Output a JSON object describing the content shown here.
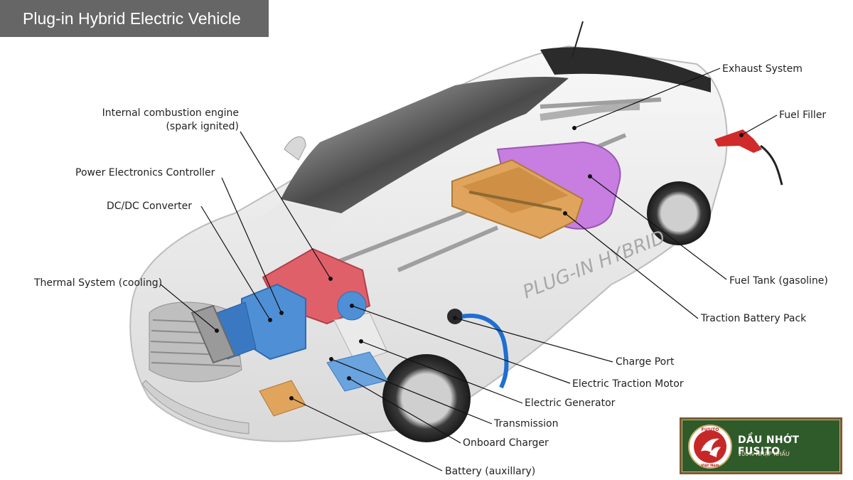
{
  "title": "Plug-in Hybrid Electric Vehicle",
  "body_text": "PLUG-IN HYBRID",
  "labels": {
    "ice": [
      "Internal combustion engine",
      "(spark ignited)"
    ],
    "pec": "Power Electronics Controller",
    "dcdc": "DC/DC Converter",
    "thermal": "Thermal System (cooling)",
    "exhaust": "Exhaust System",
    "fuel_filler": "Fuel Filler",
    "fuel_tank": "Fuel Tank (gasoline)",
    "traction_battery": "Traction Battery Pack",
    "charge_port": "Charge Port",
    "traction_motor": "Electric Traction Motor",
    "generator": "Electric Generator",
    "transmission": "Transmission",
    "onboard_charger": "Onboard Charger",
    "battery_aux": "Battery (auxillary)"
  },
  "brand": {
    "name": "DẦU NHỚT FUSITO",
    "tagline": "100% NHẬP KHẨU",
    "logo_text_top": "FUSITO",
    "logo_text_bottom": "Việt Nam"
  },
  "colors": {
    "battery_pack": "#e0a45c",
    "fuel_tank": "#c77ee0",
    "engine": "#e0606a",
    "electronics": "#4f8fd6",
    "title_bg": "#666666",
    "brand_bg": "#2f5a2a"
  }
}
